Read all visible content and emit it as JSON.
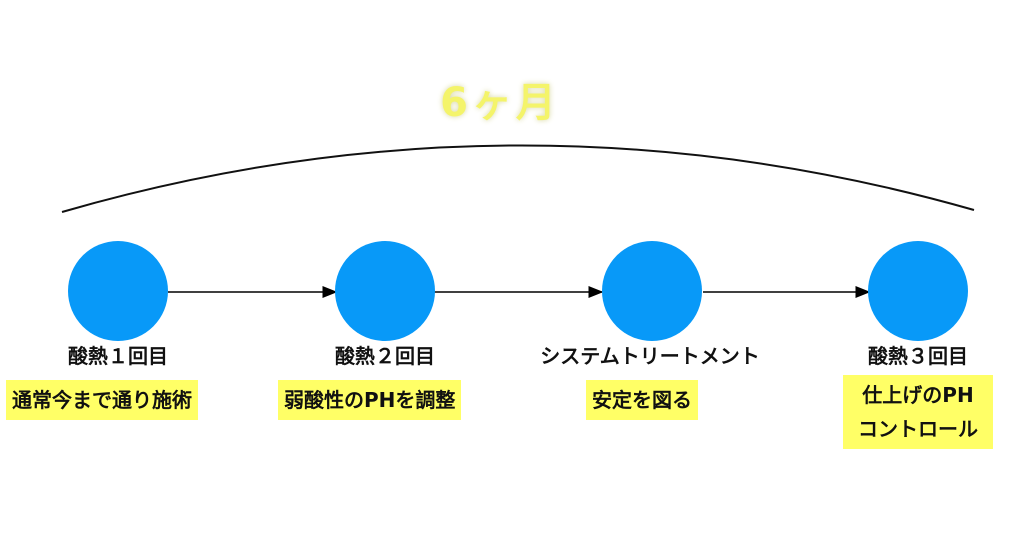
{
  "title": "6ヶ月",
  "colors": {
    "node": "#0899f8",
    "highlight": "#ffff66",
    "title": "#f4f46a"
  },
  "steps": [
    {
      "label": "酸熱１回目",
      "note": [
        "通常今まで通り施術"
      ]
    },
    {
      "label": "酸熱２回目",
      "note": [
        "弱酸性のPHを調整"
      ]
    },
    {
      "label": "システムトリートメント",
      "note": [
        "安定を図る"
      ]
    },
    {
      "label": "酸熱３回目",
      "note": [
        "仕上げのPH",
        "コントロール"
      ]
    }
  ]
}
